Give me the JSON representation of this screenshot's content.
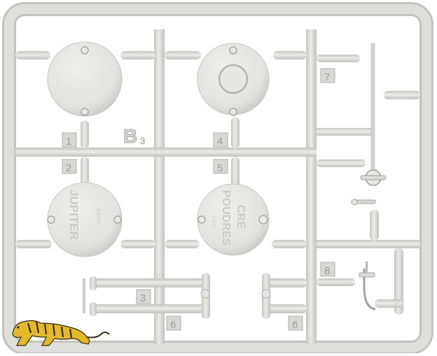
{
  "sprue": {
    "letter": "B",
    "letter_suffix": "3",
    "part_numbers": [
      "1",
      "2",
      "4",
      "5",
      "7",
      "3",
      "6",
      "6",
      "8"
    ],
    "disc_text": {
      "jupiter": "JUPITER",
      "jupiter_code": "E4281",
      "poudres_line1": "POUDRES",
      "poudres_line2": "CRE",
      "poudres_code": "S-649"
    }
  },
  "logo": {
    "name": "tiger-logo"
  },
  "colors": {
    "plastic": "#dcdcd8",
    "plastic_shadow": "#b9b9b4",
    "plastic_highlight": "#ececea",
    "background": "#ffffff",
    "logo_yellow": "#e3b92a",
    "logo_stripe": "#3a2a12"
  }
}
